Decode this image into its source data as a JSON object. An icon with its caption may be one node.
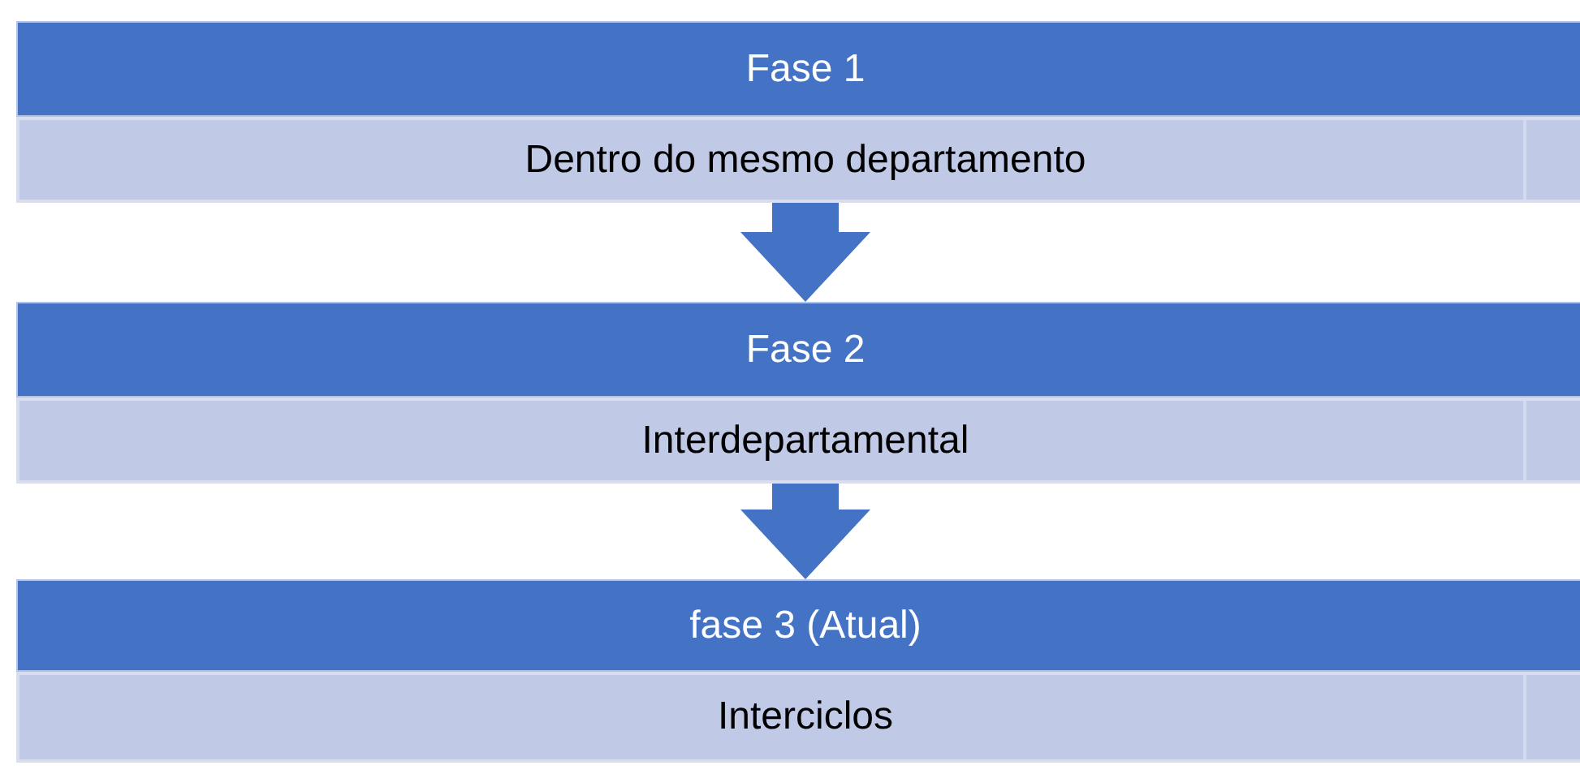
{
  "diagram": {
    "nodes": [
      {
        "text": [
          "Fase 1",
          "Dentro do mesmo departamento"
        ]
      },
      {
        "text": [
          "Fase 2",
          "Interdepartamental"
        ]
      },
      {
        "text": [
          "fase 3 (Atual)",
          "Interciclos"
        ]
      }
    ],
    "edges": [
      {
        "from": 0,
        "to": 1,
        "arrow": "to"
      },
      {
        "from": 1,
        "to": 2,
        "arrow": "to"
      }
    ]
  }
}
